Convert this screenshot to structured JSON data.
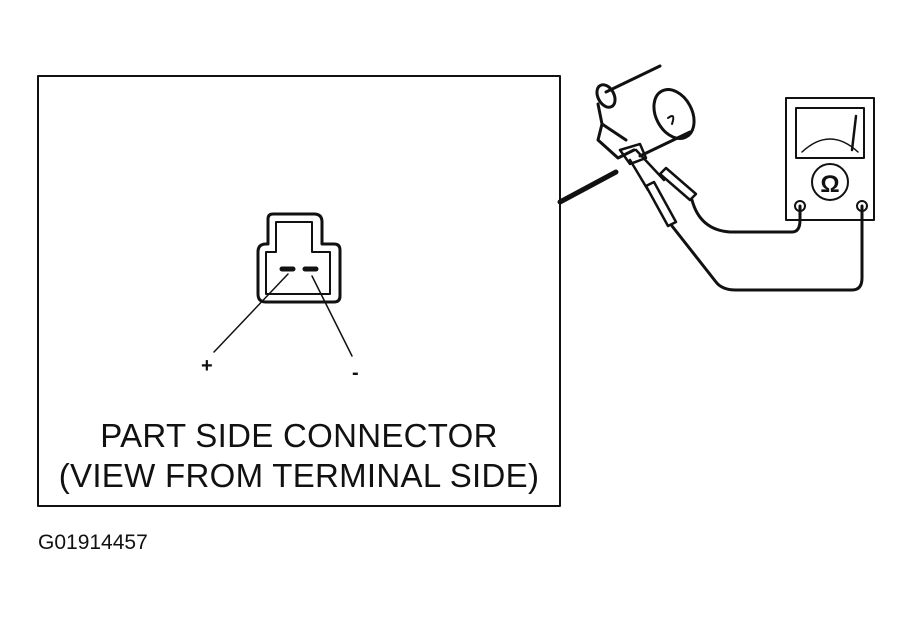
{
  "caption": {
    "line1": "PART SIDE CONNECTOR",
    "line2": "(VIEW FROM TERMINAL SIDE)"
  },
  "terminals": {
    "positive": "+",
    "negative": "-"
  },
  "meter": {
    "symbol": "Ω"
  },
  "figure_id": "G01914457",
  "colors": {
    "ink": "#111111",
    "background": "#ffffff"
  }
}
